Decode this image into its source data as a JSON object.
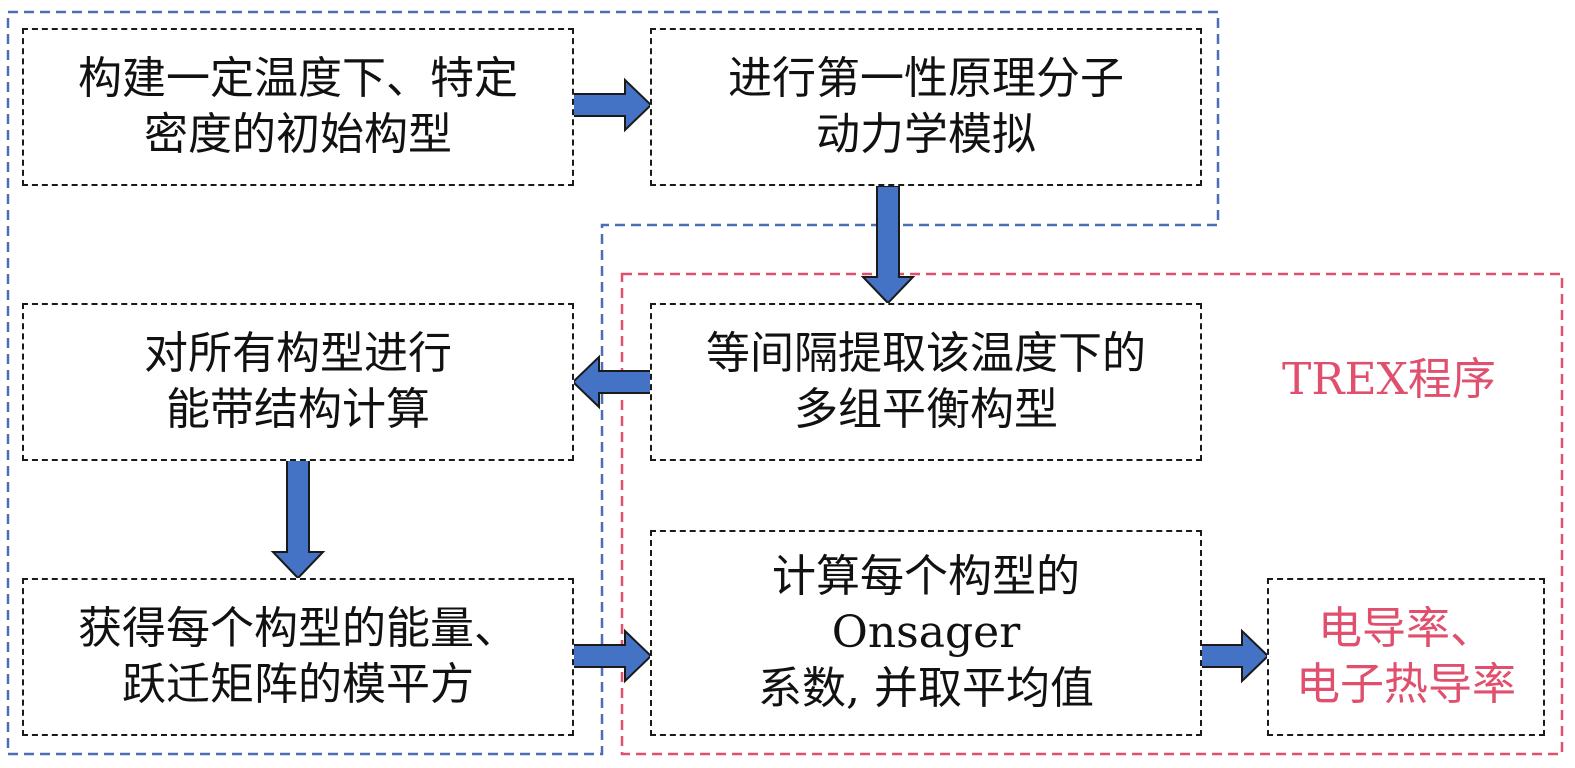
{
  "colors": {
    "arrow_fill": "#4472c4",
    "arrow_stroke": "#1a1a1a",
    "outer_region": "#4a6fb5",
    "trex_region": "#e0506e",
    "box_border": "#1a1a1a",
    "highlight_text": "#e0506e"
  },
  "trex_label": "TREX程序",
  "steps": {
    "build_configuration": [
      "构建一定温度下、特定",
      "密度的初始构型"
    ],
    "first_principles_md": [
      "进行第一性原理分子",
      "动力学模拟"
    ],
    "extract_configurations": [
      "等间隔提取该温度下的",
      "多组平衡构型"
    ],
    "band_structure": [
      "对所有构型进行",
      "能带结构计算"
    ],
    "energy_transition": [
      "获得每个构型的能量、",
      "跃迁矩阵的模平方"
    ],
    "onsager": [
      "计算每个构型的",
      "Onsager",
      "系数, 并取平均值"
    ],
    "result": [
      "电导率、",
      "电子热导率"
    ]
  },
  "icons": {
    "arrow": "block-arrow-icon"
  }
}
